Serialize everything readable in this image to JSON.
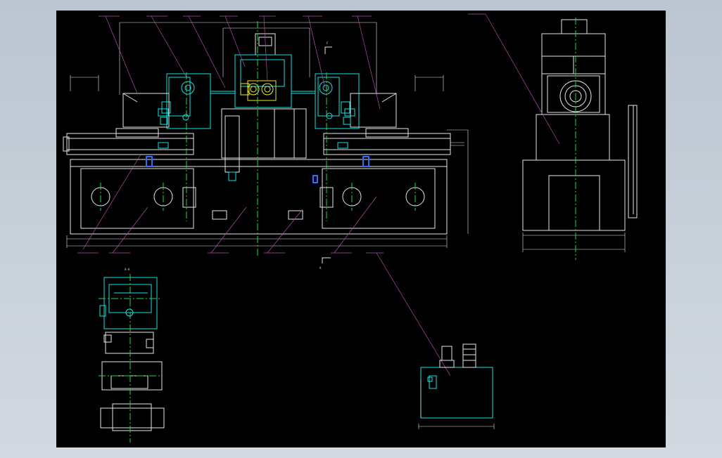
{
  "drawing": {
    "views": [
      "front-elevation",
      "side-elevation",
      "plan-view",
      "hydraulic-station"
    ],
    "colors": {
      "background": "#000000",
      "frame": "#c3ccd6",
      "outline": "#e6e6e6",
      "component": "#19e0e0",
      "centerline": "#1fd45a",
      "leader": "#b04fa6",
      "gear": "#e8e82a",
      "hydraulic": "#2f6bff"
    },
    "section_marks": {
      "top_arrow": "F",
      "bottom_arrow": "A",
      "plan_view_label": "A-A"
    }
  }
}
